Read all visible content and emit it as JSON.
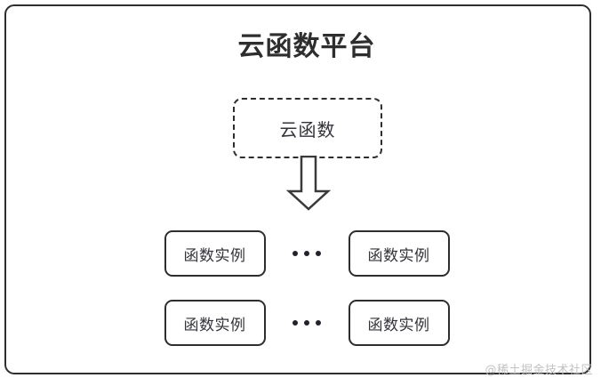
{
  "diagram": {
    "title": "云函数平台",
    "cloud_function": {
      "label": "云函数"
    },
    "arrow": {
      "icon": "down-block-arrow-icon"
    },
    "ellipsis": "•••",
    "instance_rows": [
      {
        "left": {
          "label": "函数实例"
        },
        "separator": "•••",
        "right": {
          "label": "函数实例"
        }
      },
      {
        "left": {
          "label": "函数实例"
        },
        "separator": "•••",
        "right": {
          "label": "函数实例"
        }
      }
    ],
    "watermark": "@稀土掘金技术社区",
    "colors": {
      "stroke": "#2e2e2e",
      "text": "#33333a",
      "background": "#ffffff",
      "watermark": "#c2c2c2"
    }
  }
}
